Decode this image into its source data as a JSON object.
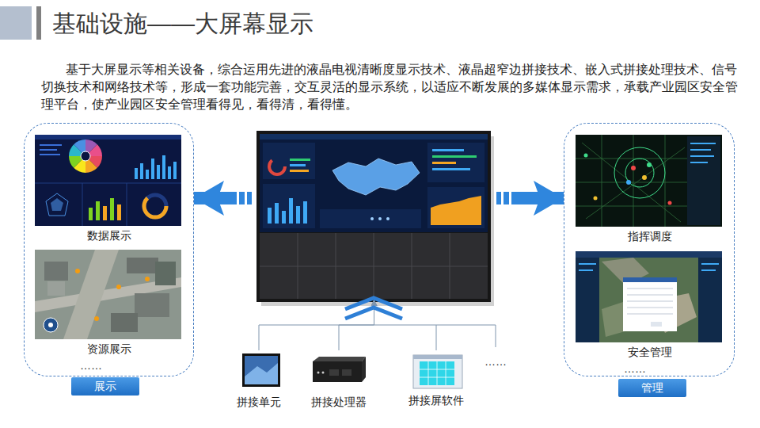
{
  "diagram": {
    "title": "基础设施——大屏幕显示",
    "nodes": [
      {
        "text": [
          "……"
        ]
      },
      {
        "text": [
          "数据展示"
        ],
        "in": 0
      },
      {
        "text": [
          "资源展示"
        ],
        "in": 0
      },
      {
        "text": [
          "展示"
        ]
      },
      {
        "text": []
      },
      {
        "text": [
          "……"
        ]
      },
      {
        "text": [
          "指挥调度"
        ],
        "in": 5
      },
      {
        "text": [
          "安全管理"
        ],
        "in": 5
      },
      {
        "text": [
          "管理"
        ]
      },
      {
        "text": [
          "拼接单元"
        ]
      },
      {
        "text": [
          "拼接处理器"
        ]
      },
      {
        "text": [
          "拼接屏软件"
        ]
      }
    ],
    "edges": [
      {
        "from": 4,
        "to": 0,
        "arrow": "to"
      },
      {
        "from": 4,
        "to": 5,
        "arrow": "to"
      },
      {
        "from": 9,
        "to": 4,
        "arrow": "to"
      },
      {
        "from": 10,
        "to": 4,
        "arrow": "to"
      },
      {
        "from": 11,
        "to": 4,
        "arrow": "to"
      }
    ],
    "labels": [
      "基于大屏显示等相关设备，综合运用先进的液晶电视清晰度显示技术、液晶超窄边拼接技术、嵌入式拼接处理技术、信号切换技术和网络技术等，形成一套功能完善，交互灵活的显示系统，以适应不断发展的多媒体显示需求，承载产业园区安全管理平台，使产业园区安全管理看得见，看得清，看得懂。",
      "……"
    ]
  }
}
